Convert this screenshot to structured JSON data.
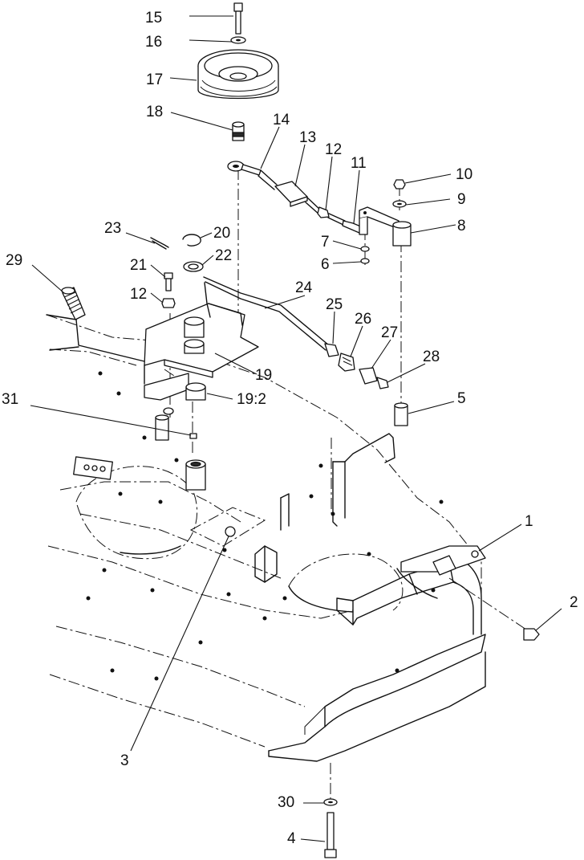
{
  "callouts": [
    {
      "id": "c15",
      "text": "15"
    },
    {
      "id": "c16",
      "text": "16"
    },
    {
      "id": "c17",
      "text": "17"
    },
    {
      "id": "c18",
      "text": "18"
    },
    {
      "id": "c14",
      "text": "14"
    },
    {
      "id": "c13",
      "text": "13"
    },
    {
      "id": "c12a",
      "text": "12"
    },
    {
      "id": "c11",
      "text": "11"
    },
    {
      "id": "c10",
      "text": "10"
    },
    {
      "id": "c9",
      "text": "9"
    },
    {
      "id": "c8",
      "text": "8"
    },
    {
      "id": "c7",
      "text": "7"
    },
    {
      "id": "c6",
      "text": "6"
    },
    {
      "id": "c23",
      "text": "23"
    },
    {
      "id": "c20",
      "text": "20"
    },
    {
      "id": "c22",
      "text": "22"
    },
    {
      "id": "c29",
      "text": "29"
    },
    {
      "id": "c21",
      "text": "21"
    },
    {
      "id": "c12b",
      "text": "12"
    },
    {
      "id": "c24",
      "text": "24"
    },
    {
      "id": "c25",
      "text": "25"
    },
    {
      "id": "c26",
      "text": "26"
    },
    {
      "id": "c27",
      "text": "27"
    },
    {
      "id": "c28",
      "text": "28"
    },
    {
      "id": "c19",
      "text": "19"
    },
    {
      "id": "c31",
      "text": "31"
    },
    {
      "id": "c192",
      "text": "19:2"
    },
    {
      "id": "c5",
      "text": "5"
    },
    {
      "id": "c1",
      "text": "1"
    },
    {
      "id": "c2",
      "text": "2"
    },
    {
      "id": "c3",
      "text": "3"
    },
    {
      "id": "c30",
      "text": "30"
    },
    {
      "id": "c4",
      "text": "4"
    }
  ]
}
